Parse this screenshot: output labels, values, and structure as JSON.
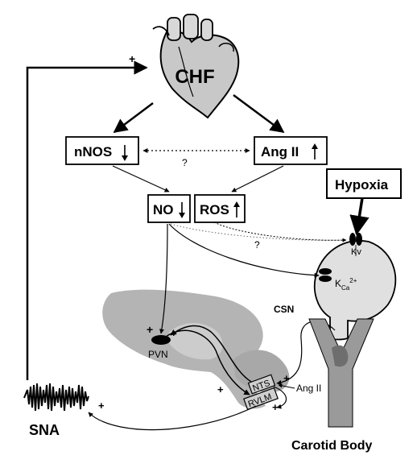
{
  "heart": {
    "label": "CHF"
  },
  "boxes": {
    "nnos": {
      "label": "nNOS"
    },
    "ang2": {
      "label": "Ang II"
    },
    "no": {
      "label": "NO"
    },
    "ros": {
      "label": "ROS"
    },
    "hypoxia": {
      "label": "Hypoxia"
    }
  },
  "labels": {
    "question_top": "?",
    "question_mid": "?",
    "kv": "Kv",
    "kca": "K",
    "kca_sub": "Ca",
    "kca_sup": "2+",
    "csn": "CSN",
    "pvn": "PVN",
    "nts": "NTS",
    "rvlm": "RVLM",
    "ang2_small": "Ang II",
    "sna": "SNA",
    "carotid_body": "Carotid Body",
    "plus": "+"
  },
  "colors": {
    "brain": "#b4b4b4",
    "heart": "#c8c8c8",
    "carotid_body": "#e0e0e0",
    "vessel": "#9a9a9a"
  }
}
